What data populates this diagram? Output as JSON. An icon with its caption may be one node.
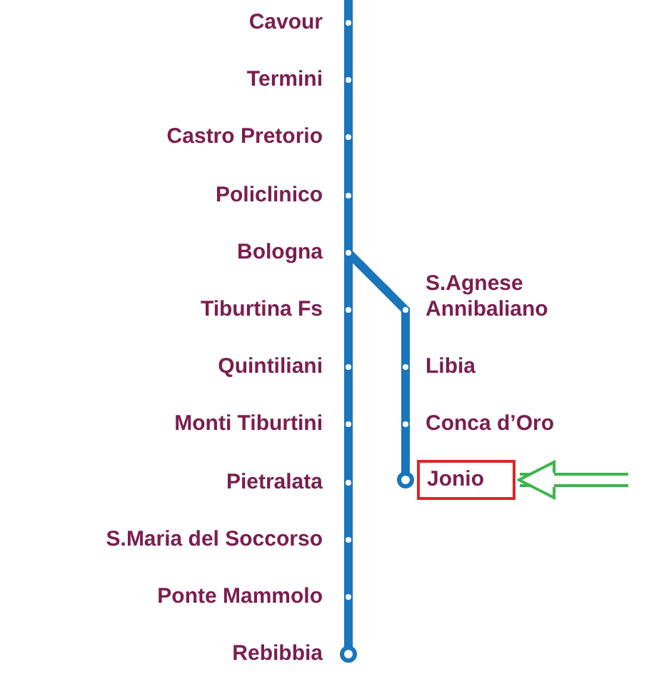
{
  "diagram": {
    "nodes": [
      {
        "text": [
          "Cavour"
        ]
      },
      {
        "text": [
          "Termini"
        ]
      },
      {
        "text": [
          "Castro Pretorio"
        ]
      },
      {
        "text": [
          "Policlinico"
        ]
      },
      {
        "text": [
          "Bologna"
        ]
      },
      {
        "text": [
          "Tiburtina Fs"
        ]
      },
      {
        "text": [
          "Quintiliani"
        ]
      },
      {
        "text": [
          "Monti Tiburtini"
        ]
      },
      {
        "text": [
          "Pietralata"
        ]
      },
      {
        "text": [
          "S.Maria del Soccorso"
        ]
      },
      {
        "text": [
          "Ponte Mammolo"
        ]
      },
      {
        "text": [
          "Rebibbia"
        ]
      },
      {
        "text": [
          "S.Agnese Annibaliano"
        ]
      },
      {
        "text": [
          "Libia"
        ]
      },
      {
        "text": [
          "Conca d’Oro"
        ]
      },
      {
        "text": [
          "Jonio"
        ]
      }
    ],
    "edges": [
      {
        "from": null,
        "to": 0,
        "arrow": "none"
      },
      {
        "from": 0,
        "to": 1,
        "arrow": "none"
      },
      {
        "from": 1,
        "to": 2,
        "arrow": "none"
      },
      {
        "from": 2,
        "to": 3,
        "arrow": "none"
      },
      {
        "from": 3,
        "to": 4,
        "arrow": "none"
      },
      {
        "from": 4,
        "to": 5,
        "arrow": "none"
      },
      {
        "from": 5,
        "to": 6,
        "arrow": "none"
      },
      {
        "from": 6,
        "to": 7,
        "arrow": "none"
      },
      {
        "from": 7,
        "to": 8,
        "arrow": "none"
      },
      {
        "from": 8,
        "to": 9,
        "arrow": "none"
      },
      {
        "from": 9,
        "to": 10,
        "arrow": "none"
      },
      {
        "from": 10,
        "to": 11,
        "arrow": "none"
      },
      {
        "from": 4,
        "to": 12,
        "arrow": "none"
      },
      {
        "from": 12,
        "to": 13,
        "arrow": "none"
      },
      {
        "from": 13,
        "to": 14,
        "arrow": "none"
      },
      {
        "from": 14,
        "to": 15,
        "arrow": "none"
      },
      {
        "from": null,
        "to": 15,
        "arrow": "to",
        "color": "#3cb44a"
      }
    ]
  }
}
